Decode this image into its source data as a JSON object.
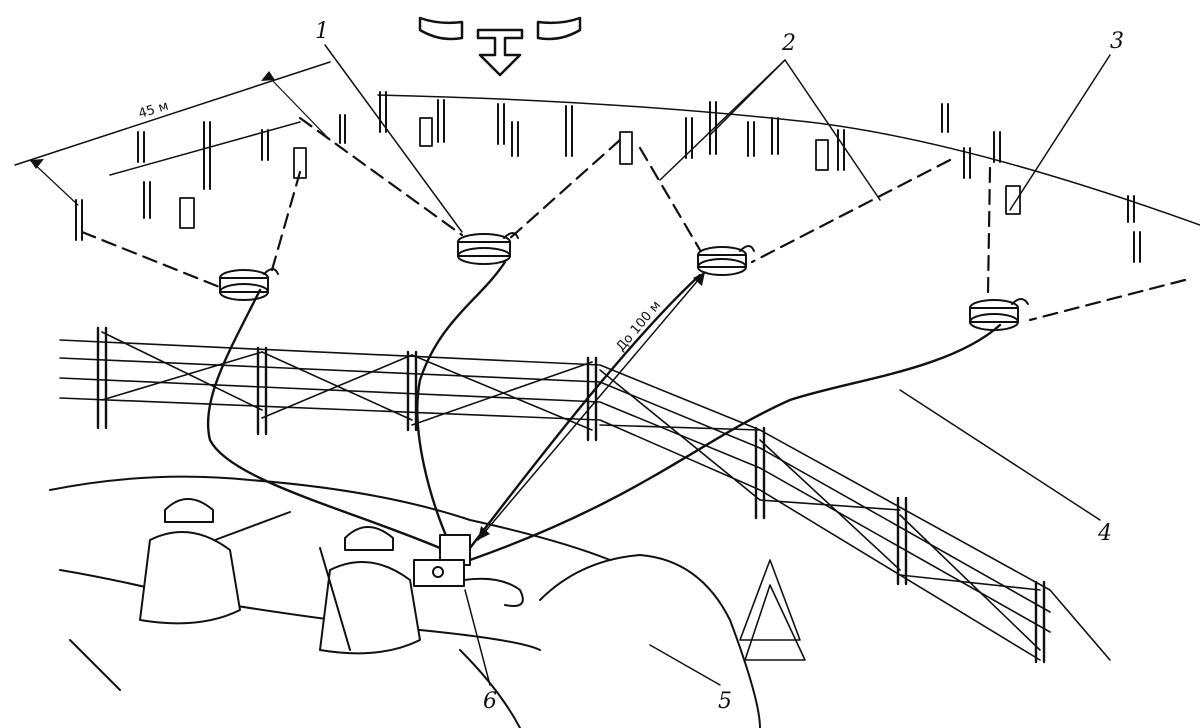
{
  "labels": {
    "callout_1": "1",
    "callout_2": "2",
    "callout_3": "3",
    "callout_4": "4",
    "callout_5": "5",
    "callout_6": "6"
  },
  "dimensions": {
    "spacing": "45 м",
    "range": "До 100 м"
  },
  "icons": {
    "direction": "enemy-direction-arrow-icon",
    "mine": "directional-mine-icon",
    "control_box": "control-panel-icon"
  }
}
